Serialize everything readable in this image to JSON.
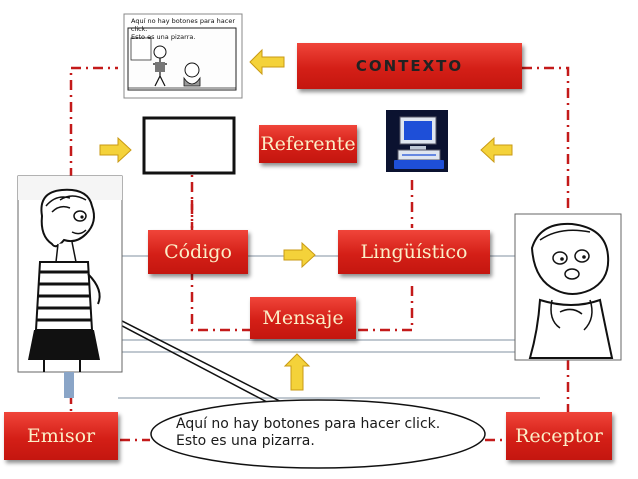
{
  "nodes": {
    "contexto": "CONTEXTO",
    "referente": "Referente",
    "codigo": "Código",
    "linguistico": "Lingüístico",
    "mensaje": "Mensaje",
    "emisor": "Emisor",
    "receptor": "Receptor"
  },
  "speech_bubble": {
    "line1": "Aquí no hay botones para hacer click.",
    "line2": "Esto es una pizarra."
  },
  "comic_caption": {
    "line1": "Aquí no hay botones para hacer click.",
    "line2": "Esto es una pizarra."
  },
  "colors": {
    "box_red": "#d41f17",
    "box_text": "#fbeec7",
    "arrow_yellow": "#f4d23a",
    "connector_dashed": "#c41a1a"
  },
  "icons": [
    "comic-strip-image",
    "computer-icon",
    "emisor-cartoon",
    "receptor-cartoon",
    "arrow-icon"
  ]
}
